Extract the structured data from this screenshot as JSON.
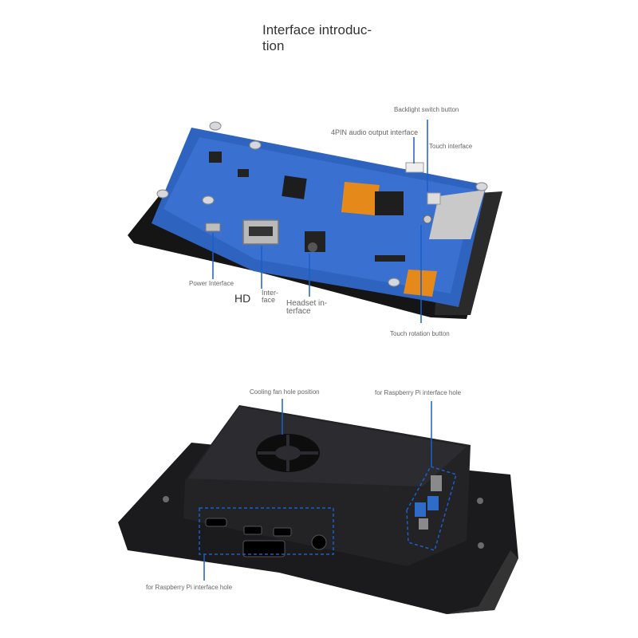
{
  "title": "Interface introduc-\ntion",
  "board_labels": {
    "backlight_switch": "Backlight switch button",
    "audio_4pin": "4PIN audio output interface",
    "touch_interface": "Touch interface",
    "power": "Power Interface",
    "hd": "HD",
    "hd_interface": "Inter-\nface",
    "headset": "Headset in-\nterface",
    "touch_rotation": "Touch rotation button"
  },
  "case_labels": {
    "cooling_fan": "Cooling fan hole position",
    "rpi_hole_top": "for Raspberry Pi interface hole",
    "rpi_hole_bottom": "for Raspberry Pi interface hole"
  },
  "colors": {
    "pcb": "#2f63c0",
    "callout": "#1a5fc8",
    "enclosure": "#1b1b1d",
    "screen_frame": "#151515"
  }
}
